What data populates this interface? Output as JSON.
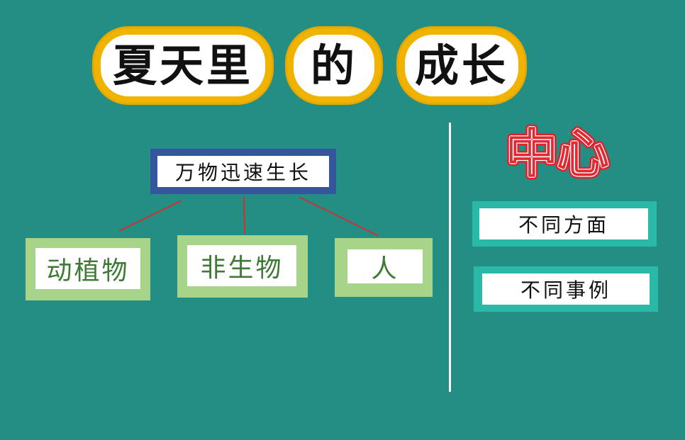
{
  "title": {
    "part1": "夏天里",
    "part2": "的",
    "part3": "成长"
  },
  "diagram": {
    "root": "万物迅速生长",
    "children": [
      "动植物",
      "非生物",
      "人"
    ]
  },
  "side_panel": {
    "heading": "中心",
    "items": [
      "不同方面",
      "不同事例"
    ]
  },
  "colors": {
    "background": "#238e84",
    "title_border": "#f0b400",
    "root_border": "#33569c",
    "leaf_border": "#a8d48a",
    "leaf_text": "#3f7a34",
    "side_border": "#2ab9a6",
    "connector": "#d03030",
    "heading_red": "#e0202a"
  }
}
